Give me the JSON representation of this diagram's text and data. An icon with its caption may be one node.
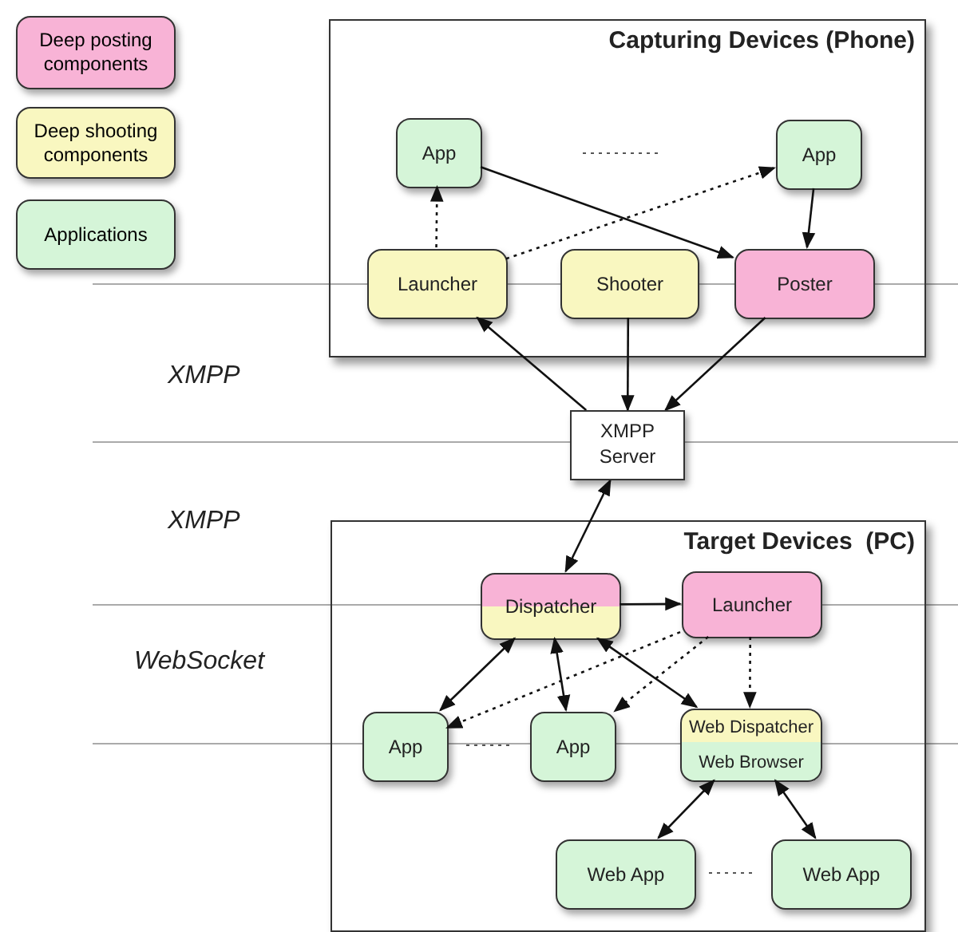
{
  "diagram": {
    "nodes": [
      {
        "text": [
          "Capturing Devices (Phone)"
        ]
      },
      {
        "text": [
          "App"
        ],
        "in": 0
      },
      {
        "text": [
          "App"
        ],
        "in": 0
      },
      {
        "text": [
          "Launcher"
        ],
        "in": 0
      },
      {
        "text": [
          "Shooter"
        ],
        "in": 0
      },
      {
        "text": [
          "Poster"
        ],
        "in": 0
      },
      {
        "text": [
          "XMPP Server"
        ]
      },
      {
        "text": [
          "Target Devices  (PC)"
        ]
      },
      {
        "text": [
          "Dispatcher"
        ],
        "in": 7
      },
      {
        "text": [
          "Launcher"
        ],
        "in": 7
      },
      {
        "text": [
          "App"
        ],
        "in": 7
      },
      {
        "text": [
          "App"
        ],
        "in": 7
      },
      {
        "text": [
          "Web Dispatcher",
          "Web Browser"
        ],
        "in": 7
      },
      {
        "text": [
          "Web App"
        ],
        "in": 7
      },
      {
        "text": [
          "Web App"
        ],
        "in": 7
      }
    ],
    "edges": [
      {
        "from": 3,
        "to": 1,
        "arrow": "to",
        "style": "dashed"
      },
      {
        "from": 3,
        "to": 2,
        "arrow": "to",
        "style": "dashed"
      },
      {
        "from": 1,
        "to": 5,
        "arrow": "to"
      },
      {
        "from": 2,
        "to": 5,
        "arrow": "to"
      },
      {
        "from": 6,
        "to": 3,
        "arrow": "to"
      },
      {
        "from": 4,
        "to": 6,
        "arrow": "to"
      },
      {
        "from": 5,
        "to": 6,
        "arrow": "to"
      },
      {
        "from": 6,
        "to": 8,
        "arrow": "both"
      },
      {
        "from": 8,
        "to": 9,
        "arrow": "to"
      },
      {
        "from": 8,
        "to": 10,
        "arrow": "both"
      },
      {
        "from": 8,
        "to": 11,
        "arrow": "both"
      },
      {
        "from": 8,
        "to": 12,
        "arrow": "both"
      },
      {
        "from": 9,
        "to": 10,
        "arrow": "to",
        "style": "dashed"
      },
      {
        "from": 9,
        "to": 11,
        "arrow": "to",
        "style": "dashed"
      },
      {
        "from": 9,
        "to": 12,
        "arrow": "to",
        "style": "dashed"
      },
      {
        "from": 12,
        "to": 13,
        "arrow": "both"
      },
      {
        "from": 12,
        "to": 14,
        "arrow": "both"
      }
    ],
    "labels": [
      "XMPP",
      "XMPP",
      "WebSocket"
    ],
    "legend": [
      {
        "text": "Deep posting components",
        "color": "#f8b3d6"
      },
      {
        "text": "Deep shooting components",
        "color": "#f9f7c0"
      },
      {
        "text": "Applications",
        "color": "#d5f5d8"
      }
    ]
  }
}
